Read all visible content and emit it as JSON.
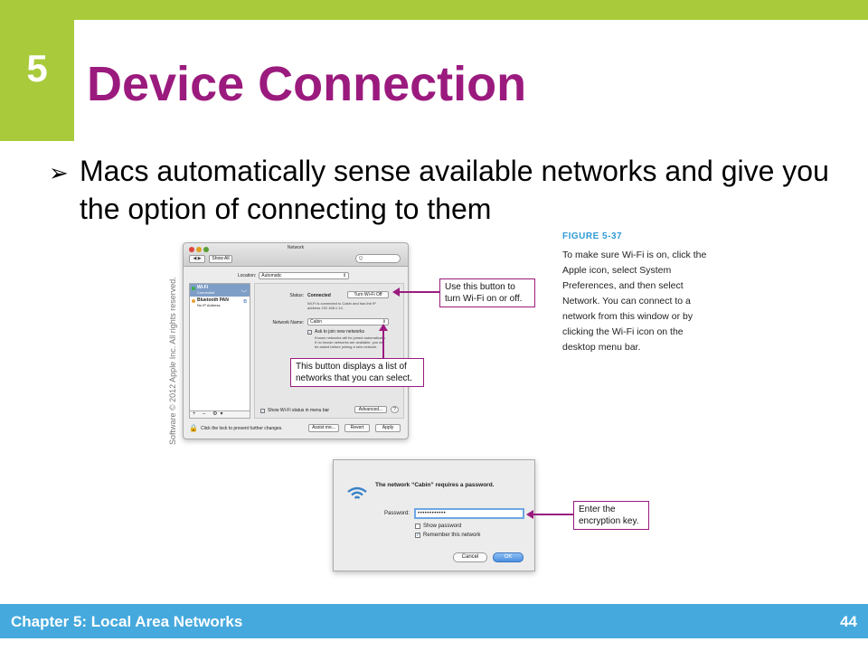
{
  "slide": {
    "chapter_number": "5",
    "title": "Device Connection",
    "bullet": "Macs automatically sense available networks and give you the option of connecting to them",
    "bullet_marker": "➢",
    "footer_left": "Chapter 5: Local Area Networks",
    "footer_right": "44"
  },
  "figure": {
    "label": "FIGURE 5-37",
    "caption": "To make sure Wi-Fi is on, click the Apple icon, select System Preferences, and then select Network. You can connect to a network from this window or by clicking the Wi-Fi icon on the desktop menu bar.",
    "copyright": "Software © 2012 Apple Inc. All rights reserved."
  },
  "network_window": {
    "title": "Network",
    "nav": "◀ ▶",
    "show_all": "Show All",
    "search_placeholder": "Q",
    "location_label": "Location:",
    "location_value": "Automatic",
    "services": [
      {
        "name": "Wi-Fi",
        "status": "Connected",
        "icon": "wifi-icon",
        "glyph": "◡",
        "dot_color": "#3cb043"
      },
      {
        "name": "Bluetooth PAN",
        "status": "No IP Address",
        "icon": "bluetooth-icon",
        "glyph": "ʙ",
        "dot_color": "#e8a33c"
      }
    ],
    "sidebar_buttons": "+ – ⚙▾",
    "status_label": "Status:",
    "status_value": "Connected",
    "turn_off_button": "Turn Wi-Fi Off",
    "status_note": "Wi-Fi is connected to Cabin and has the IP address 192.168.1.14.",
    "network_name_label": "Network Name:",
    "network_name_value": "Cabin",
    "ask_join_label": "Ask to join new networks",
    "ask_join_note": "Known networks will be joined automatically. If no known networks are available, you will be asked before joining a new network.",
    "show_status_label": "Show Wi-Fi status in menu bar",
    "advanced_button": "Advanced...",
    "help_glyph": "?",
    "lock_text": "Click the lock to prevent further changes.",
    "assist_button": "Assist me...",
    "revert_button": "Revert",
    "apply_button": "Apply"
  },
  "callouts": {
    "turn_off": "Use this button to turn Wi-Fi on or off.",
    "network_list": "This button displays a list of networks that you can select.",
    "encryption": "Enter the encryption key."
  },
  "password_dialog": {
    "title": "The network “Cabin” requires a password.",
    "password_label": "Password:",
    "password_value": "••••••••••••",
    "show_password_label": "Show password",
    "remember_label": "Remember this network",
    "cancel_button": "Cancel",
    "ok_button": "OK"
  },
  "colors": {
    "accent_green": "#a9cb3b",
    "title_purple": "#9b1a7e",
    "footer_blue": "#45a9dd"
  }
}
